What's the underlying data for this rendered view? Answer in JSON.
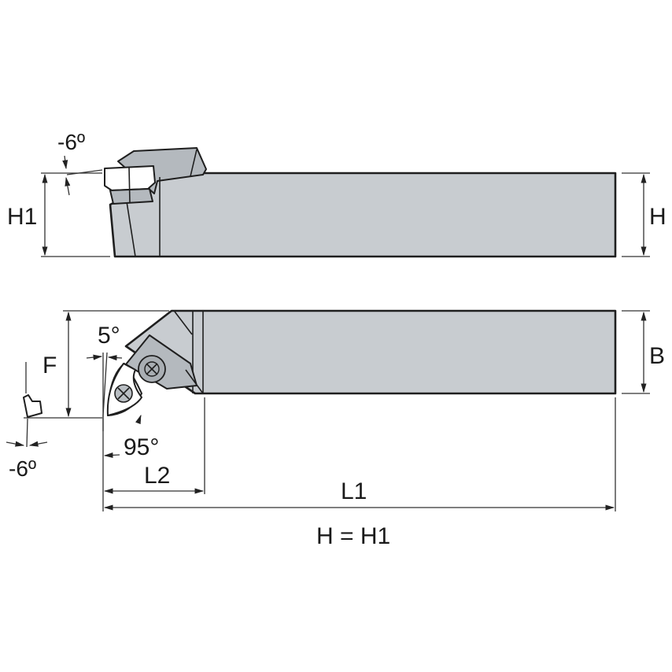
{
  "diagram": {
    "type": "turning tool holder dimensional drawing",
    "views": [
      "side-view",
      "top-view"
    ],
    "colors": {
      "body": "#c8ccd0",
      "head": "#b4b9be",
      "insert": "#ffffff",
      "outline": "#1f1f1f"
    }
  },
  "side_view": {
    "angle_label": "-6º",
    "h1_label": "H1",
    "h_label": "H"
  },
  "top_view": {
    "f_label": "F",
    "b_label": "B",
    "clearance_angle_label": "5°",
    "lead_angle_label": "95°",
    "inclination_label": "-6º",
    "l2_label": "L2",
    "l1_label": "L1"
  },
  "footnote": "H = H1"
}
